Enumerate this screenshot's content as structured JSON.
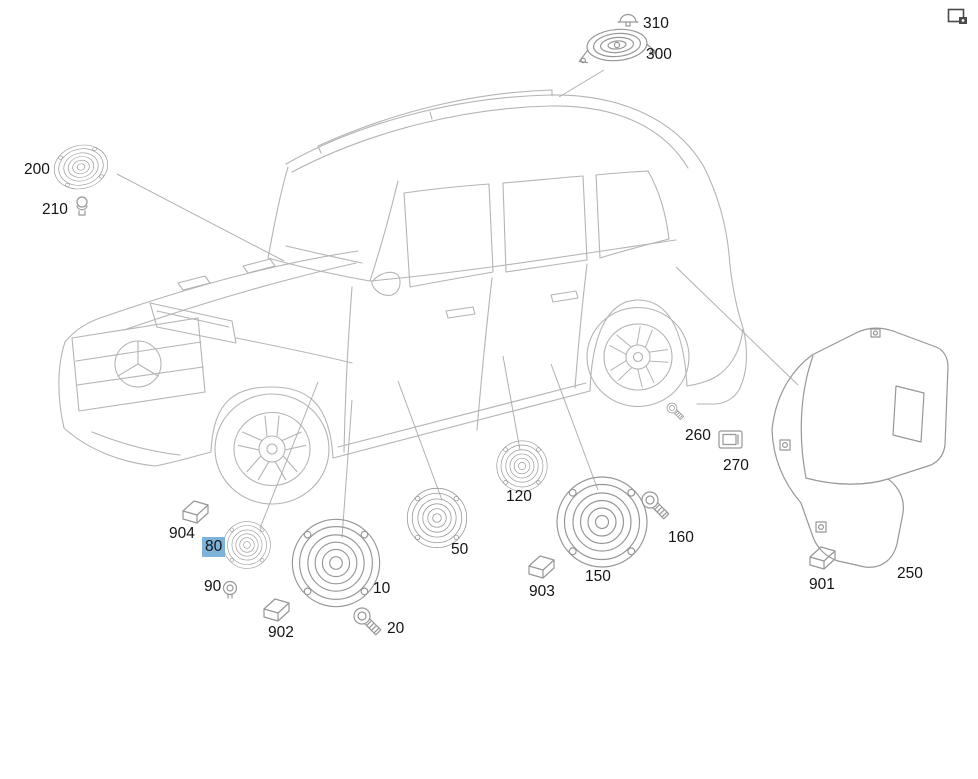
{
  "app": {
    "background_color": "#ffffff",
    "corner_icon": "window-export-icon"
  },
  "selection": {
    "selected_part": "80",
    "highlight_color": "#7db3d9"
  },
  "labels": {
    "p10": "10",
    "p20": "20",
    "p50": "50",
    "p80": "80",
    "p90": "90",
    "p120": "120",
    "p150": "150",
    "p160": "160",
    "p200": "200",
    "p210": "210",
    "p250": "250",
    "p260": "260",
    "p270": "270",
    "p300": "300",
    "p310": "310",
    "p901": "901",
    "p902": "902",
    "p903": "903",
    "p904": "904"
  }
}
